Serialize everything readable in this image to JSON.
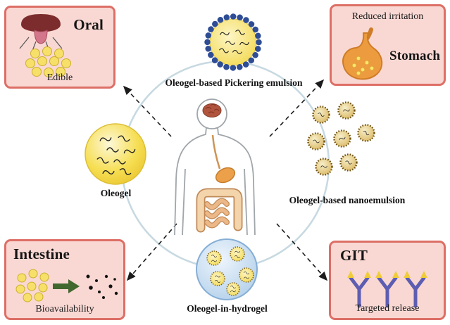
{
  "boxes": {
    "oral": {
      "title": "Oral",
      "caption": "Edible"
    },
    "stomach": {
      "title": "Stomach",
      "caption": "Reduced irritation"
    },
    "intestine": {
      "title": "Intestine",
      "caption": "Bioavailability"
    },
    "git": {
      "title": "GIT",
      "caption": "Targeted release"
    }
  },
  "labels": {
    "pickering": "Oleogel-based Pickering emulsion",
    "oleogel": "Oleogel",
    "nanoemulsion": "Oleogel-based nanoemulsion",
    "hydrogel": "Oleogel-in-hydrogel"
  },
  "colors": {
    "box_background": "#f9d8d3",
    "box_border": "#dd6f66",
    "oleogel_yellow": "#f6de52",
    "pickering_dot_blue": "#2e4d95",
    "hydrogel_blue": "#b3d0ea",
    "nanoemulsion_brown": "#6d4f10",
    "cycle_circle": "#c7d9e1",
    "arrow": "#1c1c1c",
    "stomach_orange": "#ec9c3e",
    "antibody_purple": "#5d5db1",
    "release_arrow_green": "#41682f"
  }
}
